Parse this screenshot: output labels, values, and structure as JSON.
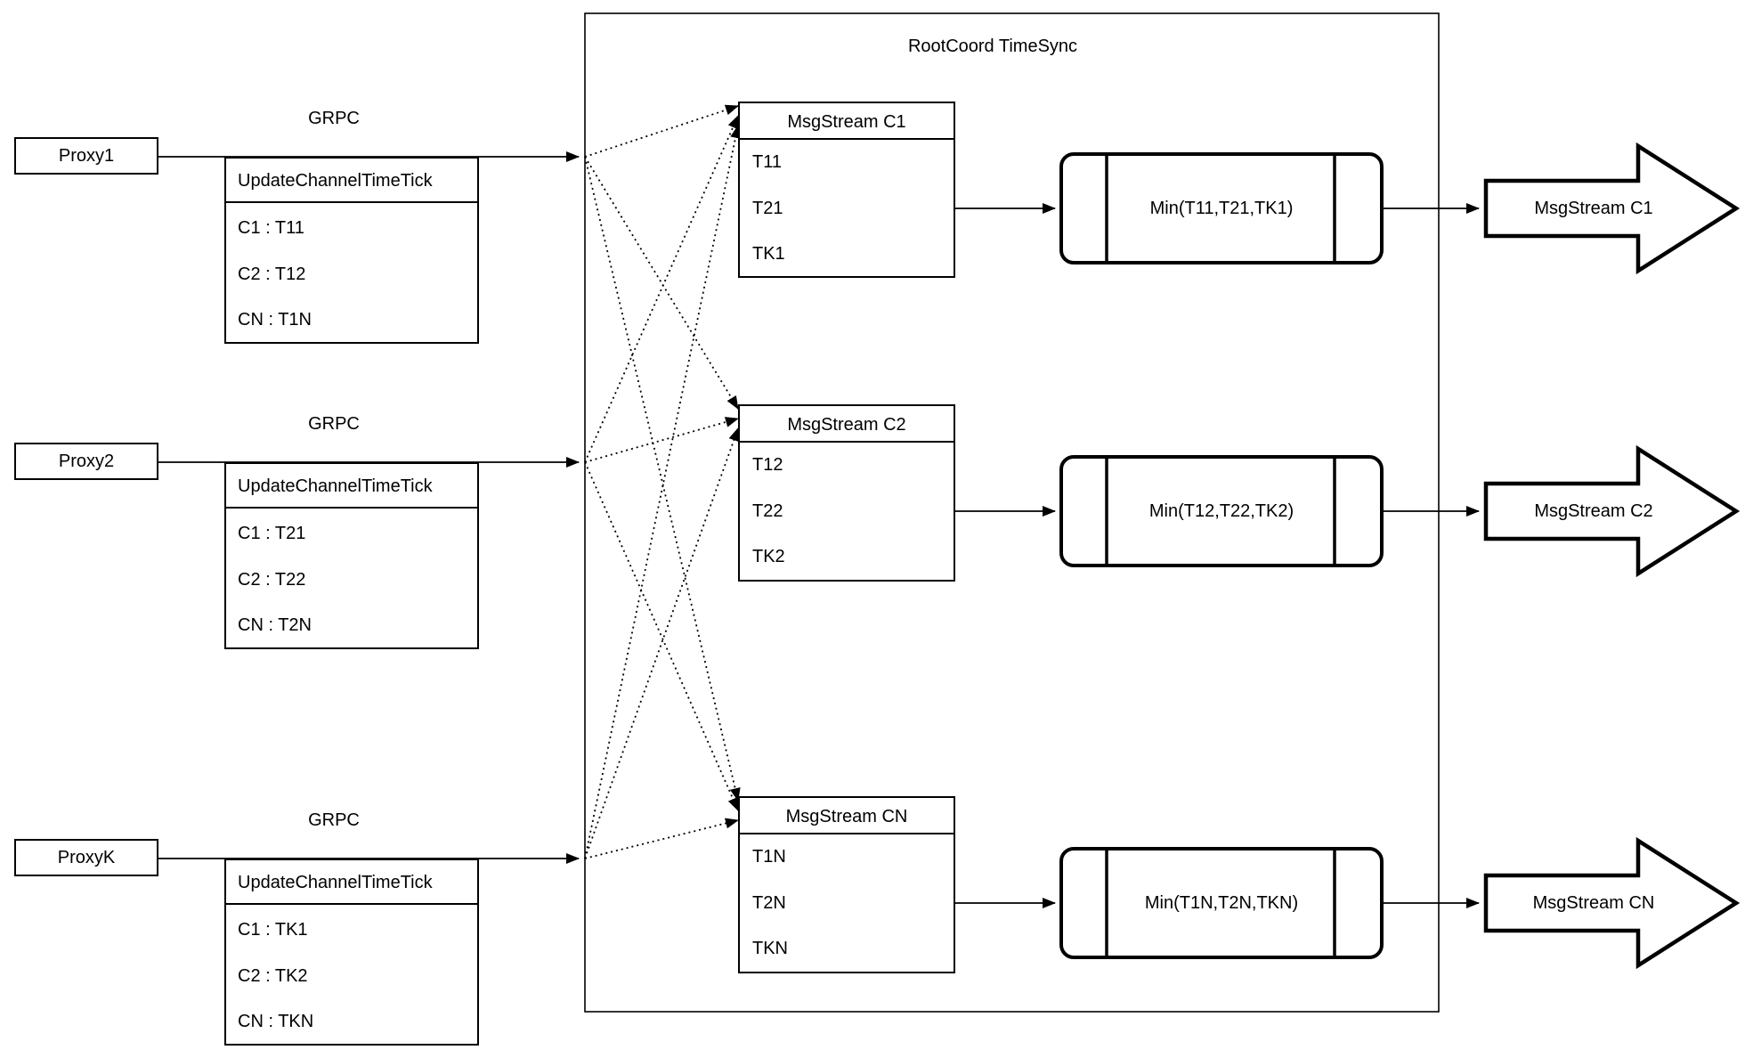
{
  "diagram": {
    "title": "RootCoord TimeSync",
    "proxies": [
      {
        "name": "Proxy1",
        "protocol": "GRPC",
        "message": {
          "header": "UpdateChannelTimeTick",
          "rows": [
            "C1 : T11",
            "C2 : T12",
            "CN : T1N"
          ]
        }
      },
      {
        "name": "Proxy2",
        "protocol": "GRPC",
        "message": {
          "header": "UpdateChannelTimeTick",
          "rows": [
            "C1 : T21",
            "C2 : T22",
            "CN : T2N"
          ]
        }
      },
      {
        "name": "ProxyK",
        "protocol": "GRPC",
        "message": {
          "header": "UpdateChannelTimeTick",
          "rows": [
            "C1 : TK1",
            "C2 : TK2",
            "CN : TKN"
          ]
        }
      }
    ],
    "channels": [
      {
        "stream_header": "MsgStream C1",
        "timestamps": [
          "T11",
          "T21",
          "TK1"
        ],
        "min_label": "Min(T11,T21,TK1)",
        "output_label": "MsgStream C1"
      },
      {
        "stream_header": "MsgStream C2",
        "timestamps": [
          "T12",
          "T22",
          "TK2"
        ],
        "min_label": "Min(T12,T22,TK2)",
        "output_label": "MsgStream C2"
      },
      {
        "stream_header": "MsgStream CN",
        "timestamps": [
          "T1N",
          "T2N",
          "TKN"
        ],
        "min_label": "Min(T1N,T2N,TKN)",
        "output_label": "MsgStream CN"
      }
    ],
    "colors": {
      "stroke": "#000000",
      "fill": "#ffffff",
      "text": "#000000"
    }
  }
}
